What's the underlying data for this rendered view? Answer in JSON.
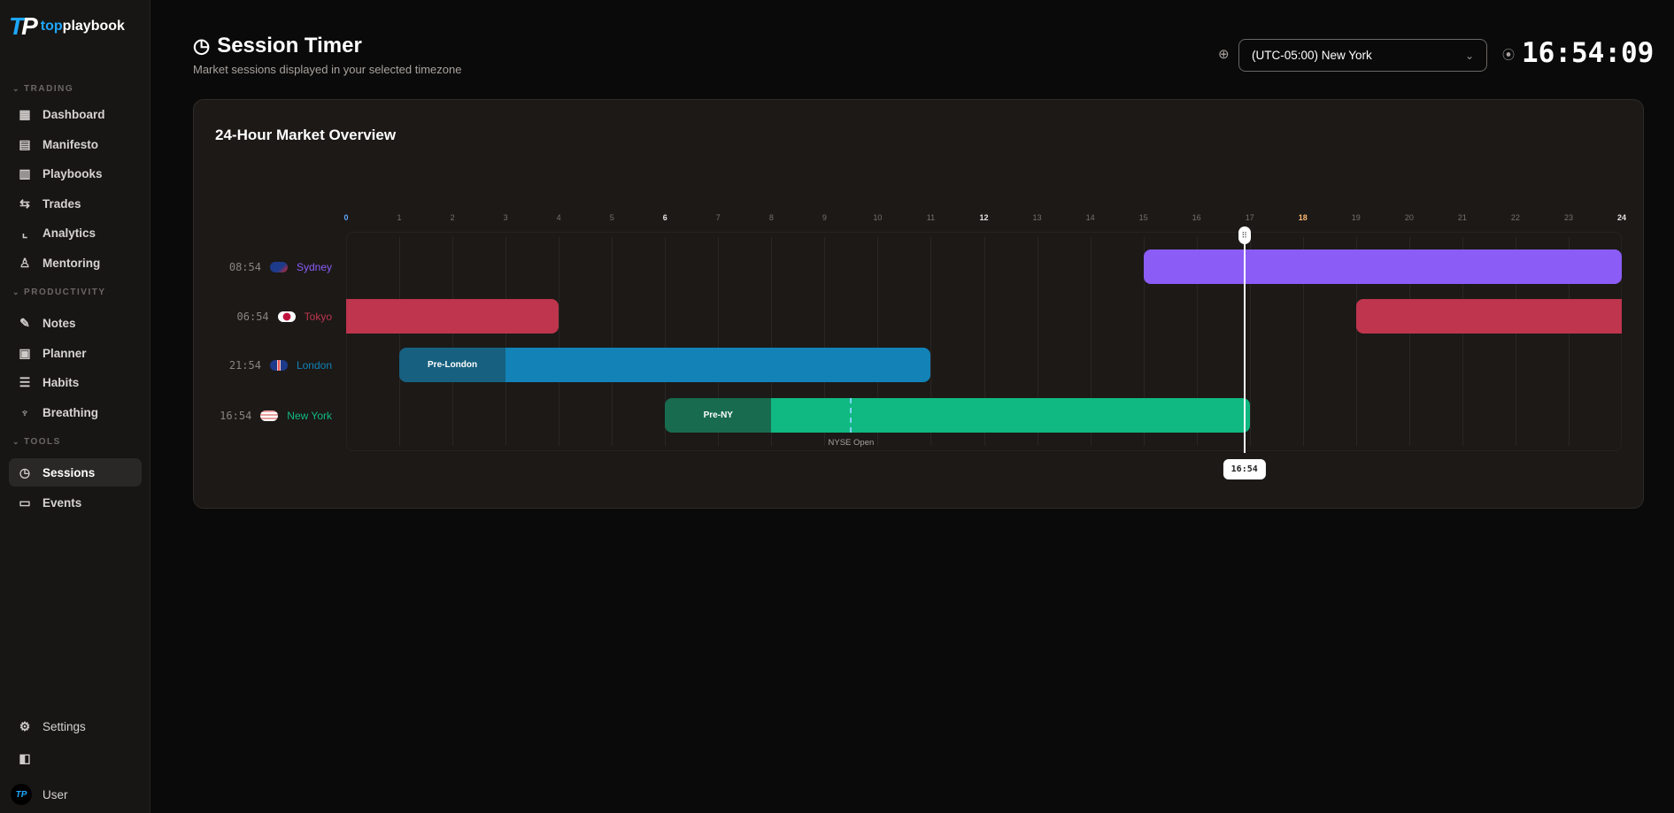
{
  "brand": {
    "mark": "TP",
    "name_a": "top",
    "name_b": "playbook"
  },
  "sidebar": {
    "sections": [
      {
        "label": "TRADING",
        "items": [
          {
            "label": "Dashboard",
            "icon": "grid-icon"
          },
          {
            "label": "Manifesto",
            "icon": "scroll-icon"
          },
          {
            "label": "Playbooks",
            "icon": "book-icon"
          },
          {
            "label": "Trades",
            "icon": "arrows-icon"
          },
          {
            "label": "Analytics",
            "icon": "chart-icon"
          },
          {
            "label": "Mentoring",
            "icon": "users-icon"
          }
        ]
      },
      {
        "label": "PRODUCTIVITY",
        "items": [
          {
            "label": "Notes",
            "icon": "notebook-icon"
          },
          {
            "label": "Planner",
            "icon": "clipboard-icon"
          },
          {
            "label": "Habits",
            "icon": "checklist-icon"
          },
          {
            "label": "Breathing",
            "icon": "meditation-icon"
          }
        ]
      },
      {
        "label": "TOOLS",
        "items": [
          {
            "label": "Sessions",
            "icon": "clock-icon",
            "active": true
          },
          {
            "label": "Events",
            "icon": "calendar-icon"
          }
        ]
      }
    ],
    "settings": "Settings",
    "user": "User"
  },
  "header": {
    "title": "Session Timer",
    "subtitle": "Market sessions displayed in your selected timezone",
    "timezone": "(UTC-05:00) New York",
    "clock": "16:54:09"
  },
  "card": {
    "title": "24-Hour Market Overview"
  },
  "chart_data": {
    "type": "timeline",
    "x_ticks": [
      0,
      1,
      2,
      3,
      4,
      5,
      6,
      7,
      8,
      9,
      10,
      11,
      12,
      13,
      14,
      15,
      16,
      17,
      18,
      19,
      20,
      21,
      22,
      23,
      24
    ],
    "xlim": [
      0,
      24
    ],
    "current_time": 16.9,
    "current_label": "16:54",
    "rows": [
      {
        "city": "Sydney",
        "local_time": "08:54",
        "color": "#8b5cf6",
        "segments": [
          {
            "start": 15,
            "end": 24
          }
        ]
      },
      {
        "city": "Tokyo",
        "local_time": "06:54",
        "color": "#be354d",
        "segments": [
          {
            "start": 0,
            "end": 4
          },
          {
            "start": 19,
            "end": 24
          }
        ]
      },
      {
        "city": "London",
        "local_time": "21:54",
        "color": "#1282b7",
        "pre_color": "#17607f",
        "segments": [
          {
            "start": 1,
            "end": 3,
            "label": "Pre-London",
            "pre": true
          },
          {
            "start": 3,
            "end": 11
          }
        ]
      },
      {
        "city": "New York",
        "local_time": "16:54",
        "color": "#10b981",
        "pre_color": "#186b4e",
        "segments": [
          {
            "start": 6,
            "end": 8,
            "label": "Pre-NY",
            "pre": true
          },
          {
            "start": 8,
            "end": 17
          }
        ]
      }
    ],
    "markers": [
      {
        "row": "New York",
        "at": 9.5,
        "label": "NYSE Open"
      }
    ]
  }
}
